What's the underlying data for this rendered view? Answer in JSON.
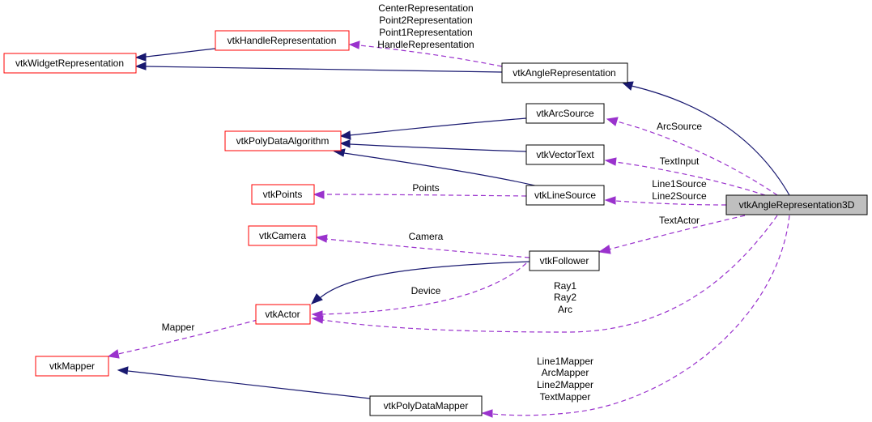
{
  "diagram": {
    "nodes": {
      "vtkWidgetRepresentation": "vtkWidgetRepresentation",
      "vtkHandleRepresentation": "vtkHandleRepresentation",
      "vtkAngleRepresentation": "vtkAngleRepresentation",
      "vtkPolyDataAlgorithm": "vtkPolyDataAlgorithm",
      "vtkArcSource": "vtkArcSource",
      "vtkVectorText": "vtkVectorText",
      "vtkPoints": "vtkPoints",
      "vtkLineSource": "vtkLineSource",
      "vtkAngleRepresentation3D": "vtkAngleRepresentation3D",
      "vtkCamera": "vtkCamera",
      "vtkFollower": "vtkFollower",
      "vtkActor": "vtkActor",
      "vtkMapper": "vtkMapper",
      "vtkPolyDataMapper": "vtkPolyDataMapper"
    },
    "edge_labels": {
      "handle_reps": [
        "CenterRepresentation",
        "Point2Representation",
        "Point1Representation",
        "HandleRepresentation"
      ],
      "arc_source": [
        "ArcSource"
      ],
      "text_input": [
        "TextInput"
      ],
      "line_sources": [
        "Line1Source",
        "Line2Source"
      ],
      "points": [
        "Points"
      ],
      "text_actor": [
        "TextActor"
      ],
      "camera": [
        "Camera"
      ],
      "device": [
        "Device"
      ],
      "rays": [
        "Ray1",
        "Ray2",
        "Arc"
      ],
      "mapper": [
        "Mapper"
      ],
      "mappers": [
        "Line1Mapper",
        "ArcMapper",
        "Line2Mapper",
        "TextMapper"
      ]
    },
    "colors": {
      "inheritance": "#191970",
      "usage": "#9a32cd",
      "external_border": "#ff0000",
      "root_fill": "#bfbfbf"
    }
  }
}
